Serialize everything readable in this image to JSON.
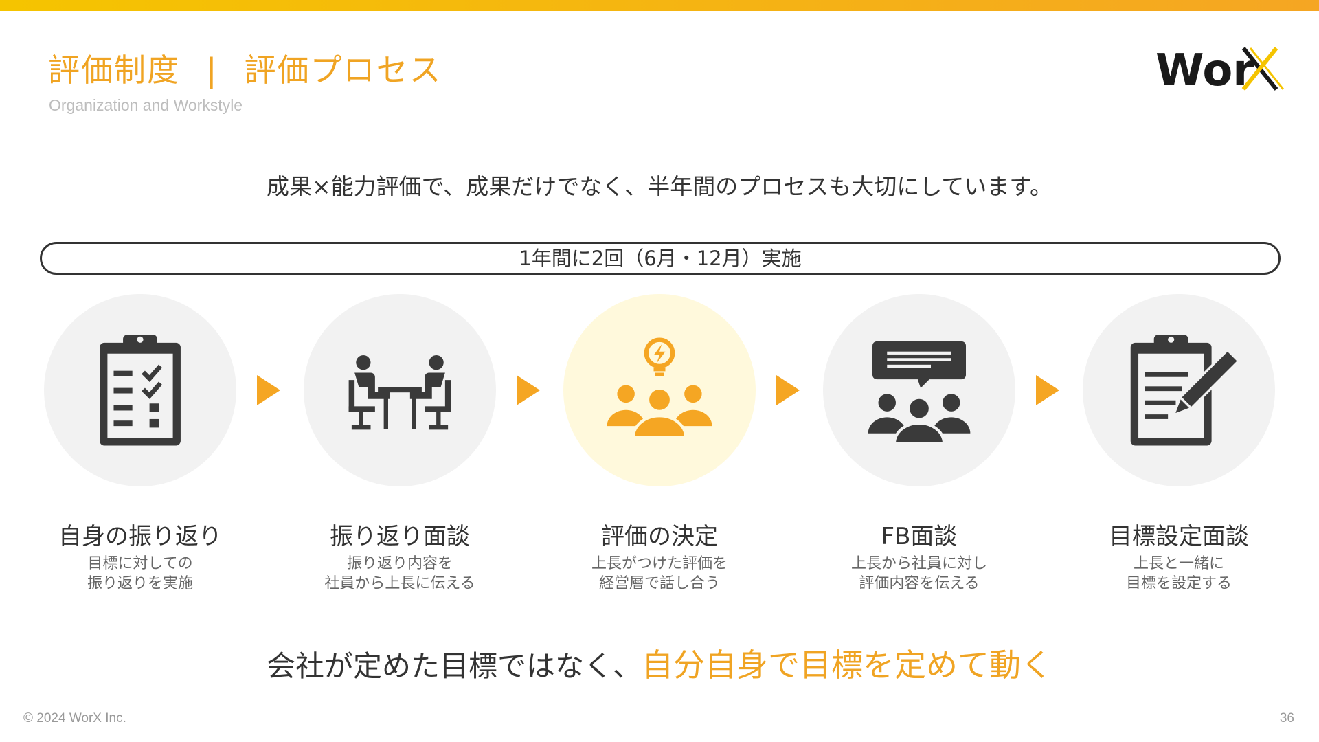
{
  "header": {
    "title_left": "評価制度",
    "title_sep": "|",
    "title_right": "評価プロセス",
    "subtitle": "Organization and Workstyle",
    "logo_text": "Wor",
    "logo_x": "X"
  },
  "lead": "成果×能力評価で、成果だけでなく、半年間のプロセスも大切にしています。",
  "frequency": "1年間に2回（6月・12月）実施",
  "steps": [
    {
      "title": "自身の振り返り",
      "desc1": "目標に対しての",
      "desc2": "振り返りを実施",
      "icon": "clipboard-checklist-icon"
    },
    {
      "title": "振り返り面談",
      "desc1": "振り返り内容を",
      "desc2": "社員から上長に伝える",
      "icon": "meeting-table-icon"
    },
    {
      "title": "評価の決定",
      "desc1": "上長がつけた評価を",
      "desc2": "経営層で話し合う",
      "icon": "team-idea-icon"
    },
    {
      "title": "FB面談",
      "desc1": "上長から社員に対し",
      "desc2": "評価内容を伝える",
      "icon": "team-chat-icon"
    },
    {
      "title": "目標設定面談",
      "desc1": "上長と一緒に",
      "desc2": "目標を設定する",
      "icon": "clipboard-pen-icon"
    }
  ],
  "bottom": {
    "plain": "会社が定めた目標ではなく、",
    "accent": "自分自身で目標を定めて動く"
  },
  "footer": {
    "copyright": "© 2024 WorX Inc.",
    "page": "36"
  },
  "colors": {
    "accent": "#F0A423",
    "dark": "#333333",
    "circle": "#F2F2F2",
    "circle_highlight": "#FFF9DC"
  }
}
